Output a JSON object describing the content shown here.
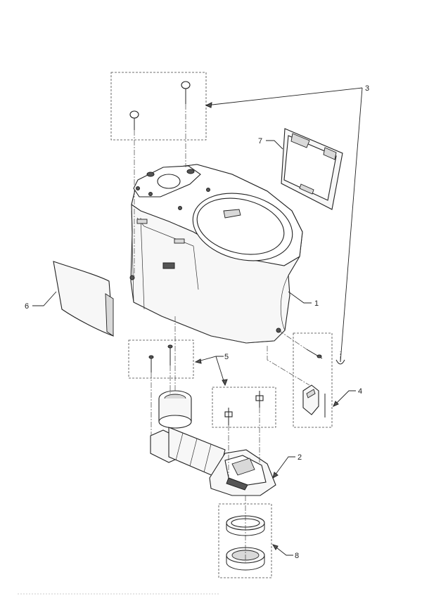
{
  "callouts": {
    "c1": "1",
    "c2": "2",
    "c3": "3",
    "c4": "4",
    "c5": "5",
    "c6": "6",
    "c7": "7",
    "c8": "8"
  },
  "colors": {
    "line": "#222222",
    "fill": "#f7f7f7",
    "shade": "#d9d9d9"
  }
}
